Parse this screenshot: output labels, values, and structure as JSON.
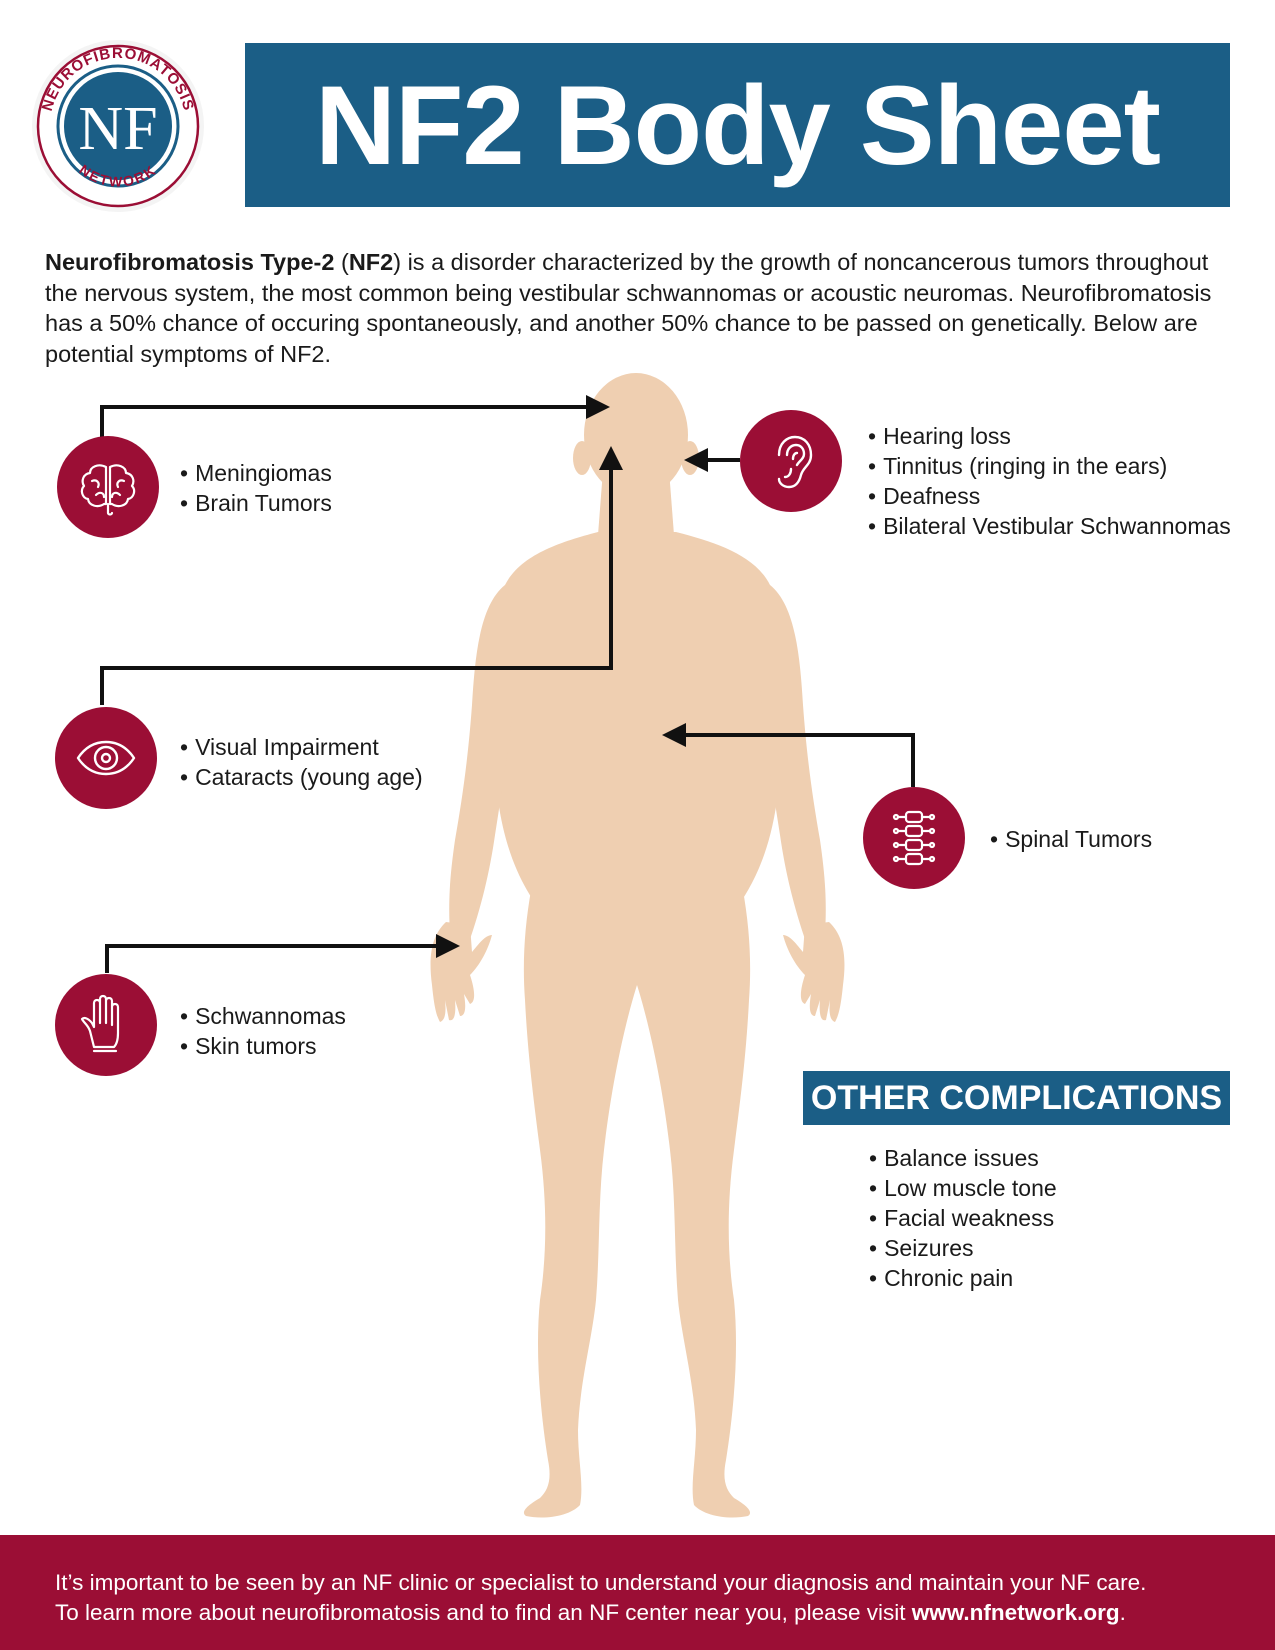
{
  "logo": {
    "arc_top": "NEUROFIBROMATOSIS",
    "monogram": "NF",
    "arc_bottom": "NETWORK"
  },
  "title": "NF2 Body Sheet",
  "intro": {
    "term": "Neurofibromatosis Type-2",
    "abbr": "NF2",
    "text": " is a disorder characterized by the growth of noncancerous tumors throughout the nervous system, the most common being vestibular schwannomas or acoustic neuromas. Neurofibromatosis has a 50% chance of occuring spontaneously, and another 50% chance to be passed on genetically. Below are potential symptoms of NF2."
  },
  "symptom_groups": {
    "brain": {
      "icon": "brain-icon",
      "items": [
        "Meningiomas",
        "Brain Tumors"
      ]
    },
    "ear": {
      "icon": "ear-icon",
      "items": [
        "Hearing loss",
        "Tinnitus (ringing in the ears)",
        "Deafness",
        "Bilateral Vestibular Schwannomas"
      ]
    },
    "eye": {
      "icon": "eye-icon",
      "items": [
        "Visual Impairment",
        "Cataracts (young age)"
      ]
    },
    "spine": {
      "icon": "spine-icon",
      "items": [
        "Spinal Tumors"
      ]
    },
    "hand": {
      "icon": "hand-icon",
      "items": [
        "Schwannomas",
        "Skin tumors"
      ]
    }
  },
  "other_complications": {
    "heading": "OTHER COMPLICATIONS",
    "items": [
      "Balance issues",
      "Low muscle tone",
      "Facial weakness",
      "Seizures",
      "Chronic pain"
    ]
  },
  "footer": {
    "line1": "It’s important to be seen by an NF clinic or specialist to understand your diagnosis and maintain your NF care.",
    "line2_prefix": "To learn more about neurofibromatosis and to find an NF center near you, please visit ",
    "url": "www.nfnetwork.org",
    "line2_suffix": "."
  },
  "colors": {
    "blue": "#1b5e86",
    "maroon": "#9b0e35",
    "skin": "#efcfb1"
  }
}
